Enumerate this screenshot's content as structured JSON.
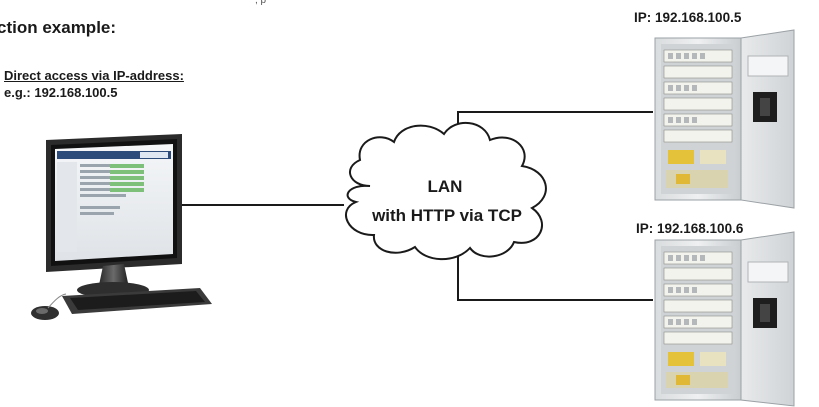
{
  "header": {
    "top_fragment": ", p",
    "title": "ction example:"
  },
  "access_note": {
    "line1": "Direct access via IP-address:",
    "line2": "e.g.: 192.168.100.5"
  },
  "cloud": {
    "line1": "LAN",
    "line2": "with HTTP via TCP"
  },
  "devices": [
    {
      "label": "IP: 192.168.100.5"
    },
    {
      "label": "IP: 192.168.100.6"
    }
  ]
}
